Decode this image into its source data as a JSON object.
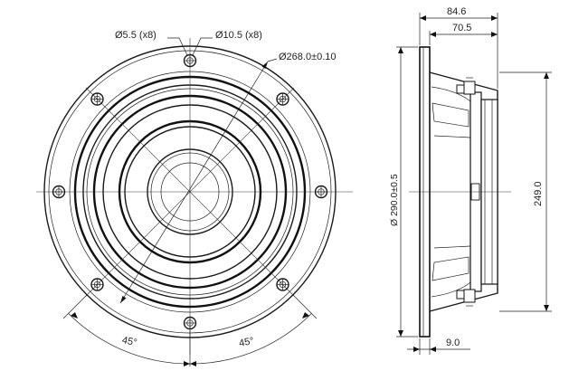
{
  "front_view": {
    "hole_small_label": "Ø5.5 (x8)",
    "hole_large_label": "Ø10.5 (x8)",
    "bolt_circle_label": "Ø268.0±0.10",
    "angle_left_label": "45°",
    "angle_right_label": "45°"
  },
  "side_view": {
    "overall_depth_label": "84.6",
    "body_depth_label": "70.5",
    "outer_diameter_label": "Ø 290.0±0.5",
    "height_label": "249.0",
    "flange_thickness_label": "9.0"
  }
}
